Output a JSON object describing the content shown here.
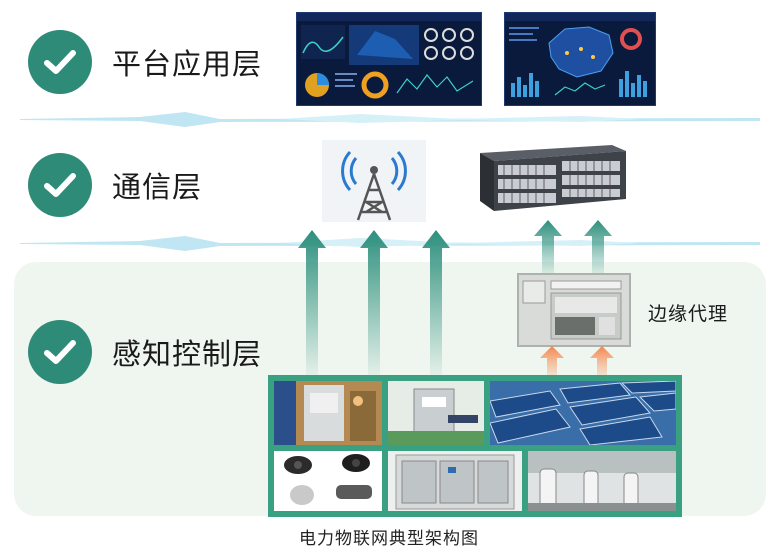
{
  "layers": [
    {
      "label": "平台应用层",
      "icon": "check-circle-icon"
    },
    {
      "label": "通信层",
      "icon": "check-circle-icon"
    },
    {
      "label": "感知控制层",
      "icon": "check-circle-icon"
    }
  ],
  "edge_agent_label": "边缘代理",
  "caption": "电力物联网典型架构图",
  "colors": {
    "accent": "#2e8b78",
    "arrow": "#3f9c88",
    "edge_arrow": "#f0a070",
    "frame": "#39a182"
  }
}
